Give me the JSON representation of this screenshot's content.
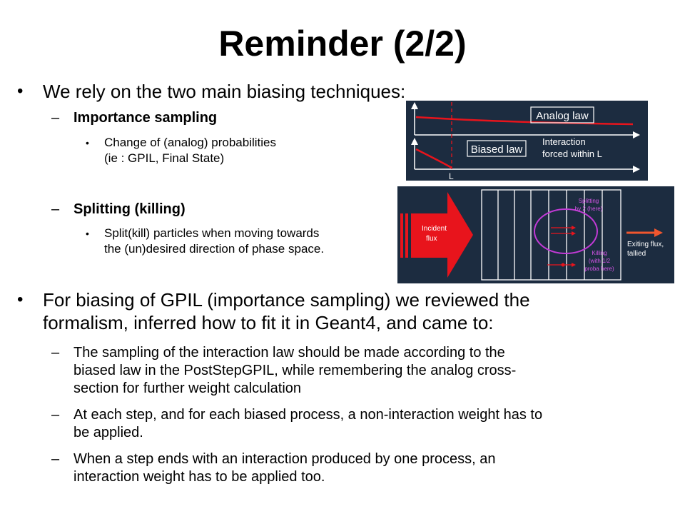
{
  "title": "Reminder (2/2)",
  "bullets": {
    "b1": "We rely on the two main biasing techniques:",
    "sub1_heading": "Importance sampling",
    "sub1_item_line1": "Change of (analog) probabilities",
    "sub1_item_line2": "(ie : GPIL, Final State)",
    "sub2_heading": "Splitting (killing)",
    "sub2_item_line1": "Split(kill) particles when moving towards",
    "sub2_item_line2": "the (un)desired direction of phase space.",
    "b2_line1": "For biasing of GPIL (importance sampling) we reviewed the",
    "b2_line2": "formalism, inferred how to fit it in Geant4, and came to:",
    "d1_line1": "The sampling of the interaction law should be made according to the",
    "d1_line2": "biased law in the PostStepGPIL, while remembering the analog cross-",
    "d1_line3": "section for further weight calculation",
    "d2_line1": "At each step, and for each biased process, a non-interaction weight has to",
    "d2_line2": "be applied.",
    "d3_line1": "When a step ends with an interaction produced by one process, an",
    "d3_line2": "interaction weight has to be applied too."
  },
  "diagram1": {
    "analog_law": "Analog law",
    "biased_law": "Biased law",
    "interaction_line1": "Interaction",
    "interaction_line2": "forced within L",
    "l_label": "L"
  },
  "diagram2": {
    "incident_line1": "Incident",
    "incident_line2": "flux",
    "splitting_line1": "Splitting",
    "splitting_line2": "by 2 (here)",
    "killing_line1": "Killing",
    "killing_line2": "(with 1/2",
    "killing_line3": "proba here)",
    "exiting_line1": "Exiting flux,",
    "exiting_line2": "tallied"
  },
  "colors": {
    "panel_bg": "#1c2c40",
    "red": "#e8141c",
    "magenta": "#c23ad6",
    "exit_arrow": "#f0562e"
  }
}
